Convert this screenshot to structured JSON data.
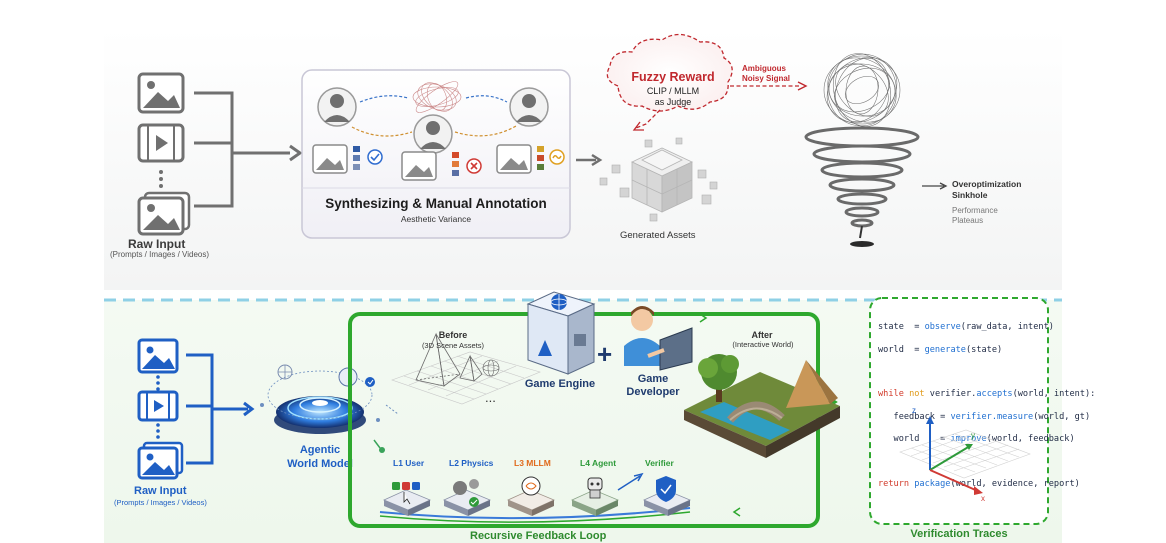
{
  "top": {
    "raw_input_title": "Raw Input",
    "raw_input_sub": "(Prompts / Images / Videos)",
    "annotation_title": "Synthesizing & Manual Annotation",
    "annotation_sub": "Aesthetic Variance",
    "reward_title": "Fuzzy Reward",
    "reward_line1": "CLIP / MLLM",
    "reward_line2": "as Judge",
    "signal_line1": "Ambiguous",
    "signal_line2": "Noisy Signal",
    "assets_label": "Generated Assets",
    "sink_line1": "Overoptimization",
    "sink_line2": "Sinkhole",
    "plateau_line1": "Performance",
    "plateau_line2": "Plateaus"
  },
  "bottom": {
    "raw_input_title": "Raw Input",
    "raw_input_sub": "(Prompts / Images / Videos)",
    "awm_line1": "Agentic",
    "awm_line2": "World Model",
    "before_title": "Before",
    "before_sub": "(3D Scene Assets)",
    "ellipsis": "...",
    "engine_label": "Game Engine",
    "plus": "+",
    "developer_line1": "Game",
    "developer_line2": "Developer",
    "after_title": "After",
    "after_sub": "(Interactive World)",
    "loop_label": "Recursive Feedback Loop",
    "levels": [
      {
        "label": "L1 User",
        "color": "#1f5fc4"
      },
      {
        "label": "L2 Physics",
        "color": "#1f5fc4"
      },
      {
        "label": "L3 MLLM",
        "color": "#e06a1b"
      },
      {
        "label": "L4 Agent",
        "color": "#2e9a3a"
      },
      {
        "label": "Verifier",
        "color": "#2e9a3a"
      }
    ],
    "traces_label": "Verification Traces",
    "code": {
      "l1_pre": "state  = ",
      "l1_fn": "observe",
      "l1_post": "(raw_data, intent)",
      "l2_pre": "world  = ",
      "l2_fn": "generate",
      "l2_post": "(state)",
      "l3_kw1": "while",
      "l3_kw2": "not",
      "l3_pre": " verifier.",
      "l3_fn": "accepts",
      "l3_post": "(world, intent):",
      "l4_pre": "   feedback = ",
      "l4_fn": "verifier.measure",
      "l4_post": "(world, gt)",
      "l5_pre": "   world    = ",
      "l5_fn": "improve",
      "l5_post": "(world, feedback)",
      "l6_kw": "return",
      "l6_fn": "package",
      "l6_post": "(world, evidence, report)"
    },
    "axes": {
      "x": "x",
      "y": "y",
      "z": "z"
    }
  },
  "colors": {
    "blue": "#1f5fc4",
    "green": "#2ea82e",
    "red": "#c0282e",
    "orange": "#e06a1b",
    "gray": "#6e6e6e",
    "divider": "#8fd0e6"
  }
}
